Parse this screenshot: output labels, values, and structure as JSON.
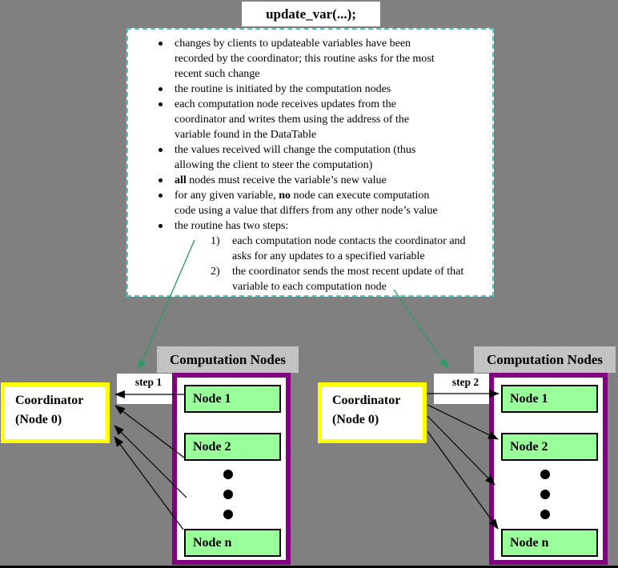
{
  "title": "update_var(...);",
  "notes": {
    "bullets": [
      {
        "type": "b",
        "lines": [
          [
            {
              "t": "changes by clients to updateable variables have been"
            }
          ],
          [
            {
              "t": "recorded by the coordinator; this routine asks for the most"
            }
          ],
          [
            {
              "t": "recent such change"
            }
          ]
        ]
      },
      {
        "type": "b",
        "lines": [
          [
            {
              "t": "the routine is initiated by the computation nodes"
            }
          ]
        ]
      },
      {
        "type": "b",
        "lines": [
          [
            {
              "t": "each computation node receives updates from the"
            }
          ],
          [
            {
              "t": "coordinator and writes them using the address of the"
            }
          ],
          [
            {
              "t": "variable found in the DataTable"
            }
          ]
        ]
      },
      {
        "type": "b",
        "lines": [
          [
            {
              "t": "the values received will change the computation (thus"
            }
          ],
          [
            {
              "t": "allowing the client to steer the computation)"
            }
          ]
        ]
      },
      {
        "type": "b",
        "lines": [
          [
            {
              "t": "all",
              "b": true
            },
            {
              "t": " nodes must receive the variable’s new value"
            }
          ]
        ]
      },
      {
        "type": "b",
        "lines": [
          [
            {
              "t": "for any given variable, "
            },
            {
              "t": "no",
              "b": true
            },
            {
              "t": " node can execute computation"
            }
          ],
          [
            {
              "t": "code using a value that differs from any other node’s value"
            }
          ]
        ]
      },
      {
        "type": "b",
        "lines": [
          [
            {
              "t": "the routine has two steps:"
            }
          ]
        ]
      },
      {
        "type": "n",
        "marker": "1)",
        "lines": [
          [
            {
              "t": "each computation node contacts the coordinator and"
            }
          ],
          [
            {
              "t": "asks for any updates to a specified variable"
            }
          ]
        ]
      },
      {
        "type": "n",
        "marker": "2)",
        "lines": [
          [
            {
              "t": "the coordinator sends the most recent update of that"
            }
          ],
          [
            {
              "t": "variable to each computation node"
            }
          ]
        ]
      }
    ]
  },
  "diagrams": [
    {
      "header": "Computation Nodes",
      "step_label": "step 1",
      "coordinator": [
        "Coordinator",
        "(Node 0)"
      ],
      "nodes": [
        "Node 1",
        "Node 2",
        "Node n"
      ]
    },
    {
      "header": "Computation Nodes",
      "step_label": "step 2",
      "coordinator": [
        "Coordinator",
        "(Node 0)"
      ],
      "nodes": [
        "Node 1",
        "Node 2",
        "Node n"
      ]
    }
  ],
  "colors": {
    "bg": "#808080",
    "purple": "#800080",
    "yellow": "#ffff00",
    "nodegreen": "#99ff99",
    "teal": "#4fc6c6",
    "arrowgreen": "#339966"
  }
}
